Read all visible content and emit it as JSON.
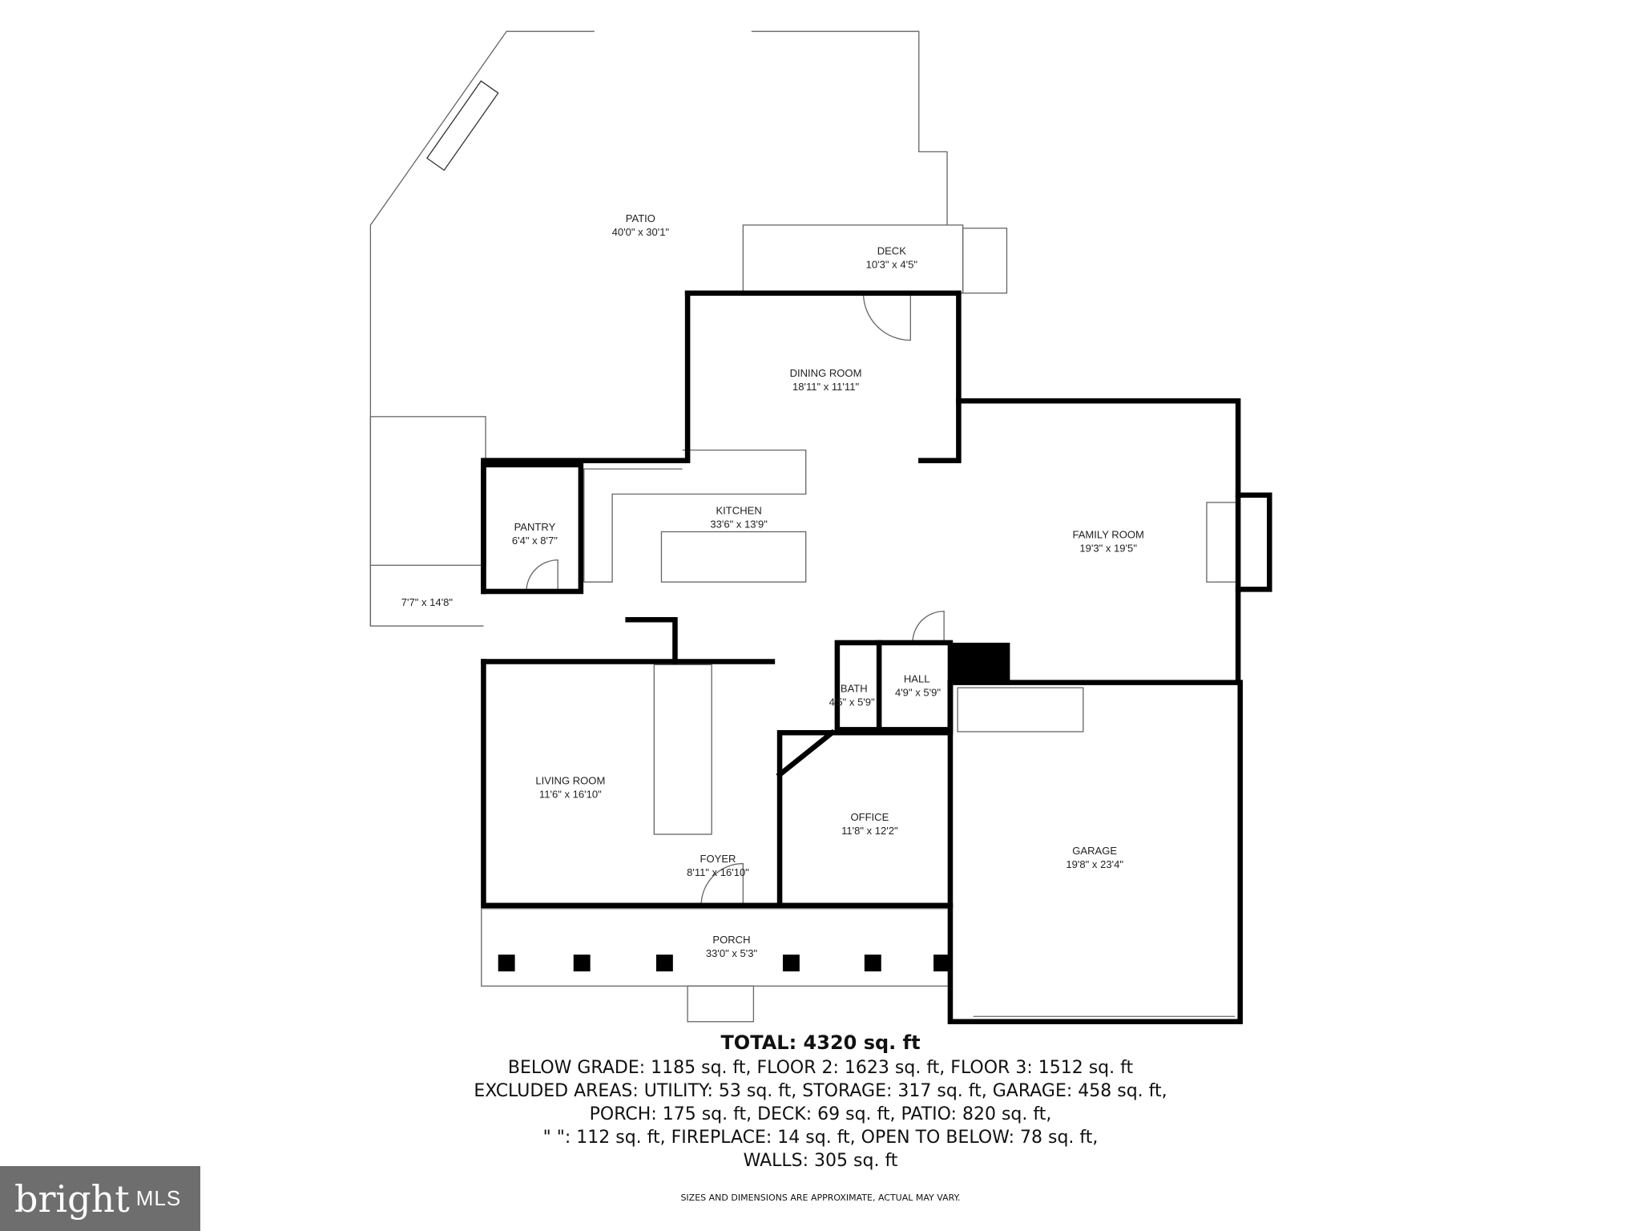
{
  "rooms": [
    {
      "name": "PATIO",
      "dims": "40'0\" x 30'1\""
    },
    {
      "name": "DECK",
      "dims": "10'3\" x 4'5\""
    },
    {
      "name": "DINING ROOM",
      "dims": "18'11\" x 11'11\""
    },
    {
      "name": "KITCHEN",
      "dims": "33'6\" x 13'9\""
    },
    {
      "name": "PANTRY",
      "dims": "6'4\" x 8'7\""
    },
    {
      "name": "FAMILY ROOM",
      "dims": "19'3\" x 19'5\""
    },
    {
      "name": "",
      "dims": "7'7\" x 14'8\""
    },
    {
      "name": "HALL",
      "dims": "4'9\" x 5'9\""
    },
    {
      "name": "BATH",
      "dims": "4'5\" x 5'9\""
    },
    {
      "name": "LIVING ROOM",
      "dims": "11'6\" x 16'10\""
    },
    {
      "name": "OFFICE",
      "dims": "11'8\" x 12'2\""
    },
    {
      "name": "FOYER",
      "dims": "8'11\" x 16'10\""
    },
    {
      "name": "GARAGE",
      "dims": "19'8\" x 23'4\""
    },
    {
      "name": "PORCH",
      "dims": "33'0\" x 5'3\""
    }
  ],
  "summary": {
    "total": "TOTAL: 4320 sq. ft",
    "lines": [
      "BELOW GRADE: 1185 sq. ft, FLOOR 2: 1623 sq. ft, FLOOR 3: 1512 sq. ft",
      "EXCLUDED AREAS: UTILITY: 53 sq. ft, STORAGE: 317 sq. ft, GARAGE: 458 sq. ft,",
      "PORCH: 175 sq. ft, DECK: 69 sq. ft, PATIO: 820 sq. ft,",
      "\" \": 112 sq. ft, FIREPLACE: 14 sq. ft, OPEN TO BELOW: 78 sq. ft,",
      "WALLS: 305 sq. ft"
    ],
    "disclaimer": "SIZES AND DIMENSIONS ARE APPROXIMATE, ACTUAL MAY VARY."
  },
  "logo": {
    "brand": "bright",
    "suffix": "MLS"
  },
  "colors": {
    "wall": "#000000",
    "line": "#555555",
    "logo_bg": "#6e6e6e"
  }
}
